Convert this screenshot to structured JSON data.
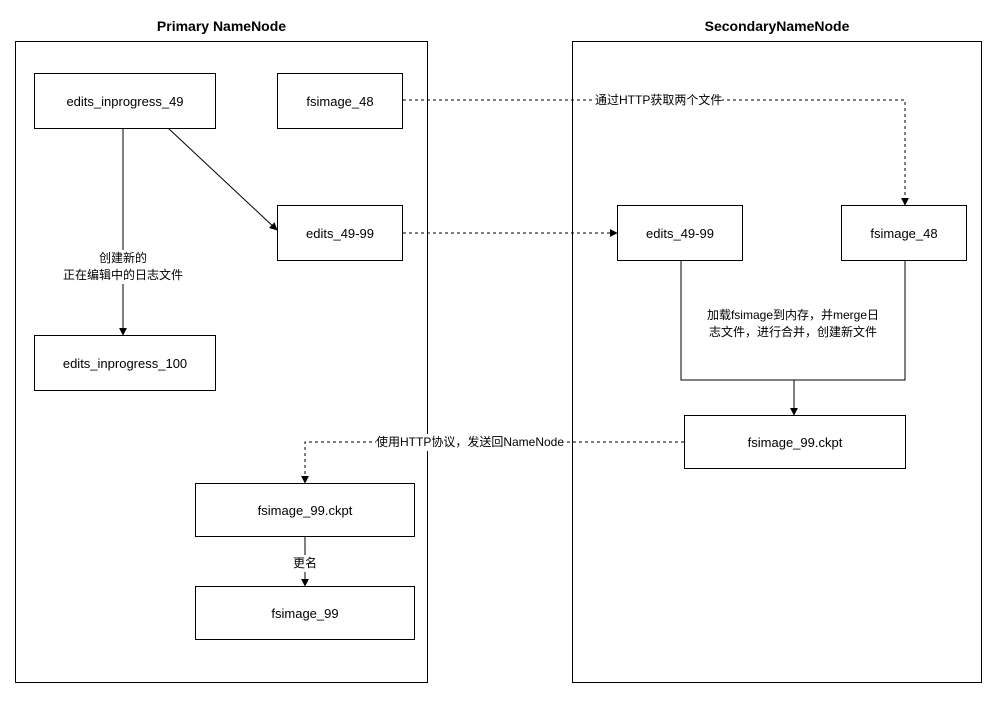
{
  "panels": {
    "primary_title": "Primary NameNode",
    "secondary_title": "SecondaryNameNode"
  },
  "nodes": {
    "edits_inprogress_49": "edits_inprogress_49",
    "fsimage_48_primary": "fsimage_48",
    "edits_49_99_primary": "edits_49-99",
    "edits_inprogress_100": "edits_inprogress_100",
    "fsimage_99_ckpt_primary": "fsimage_99.ckpt",
    "fsimage_99": "fsimage_99",
    "edits_49_99_secondary": "edits_49-99",
    "fsimage_48_secondary": "fsimage_48",
    "fsimage_99_ckpt_secondary": "fsimage_99.ckpt"
  },
  "edge_labels": {
    "fetch_http": "通过HTTP获取两个文件",
    "create_new_line1": "创建新的",
    "create_new_line2": "正在编辑中的日志文件",
    "load_merge_line1": "加载fsimage到内存，并merge日",
    "load_merge_line2": "志文件，进行合并，创建新文件",
    "send_back": "使用HTTP协议，发送回NameNode",
    "rename": "更名"
  }
}
